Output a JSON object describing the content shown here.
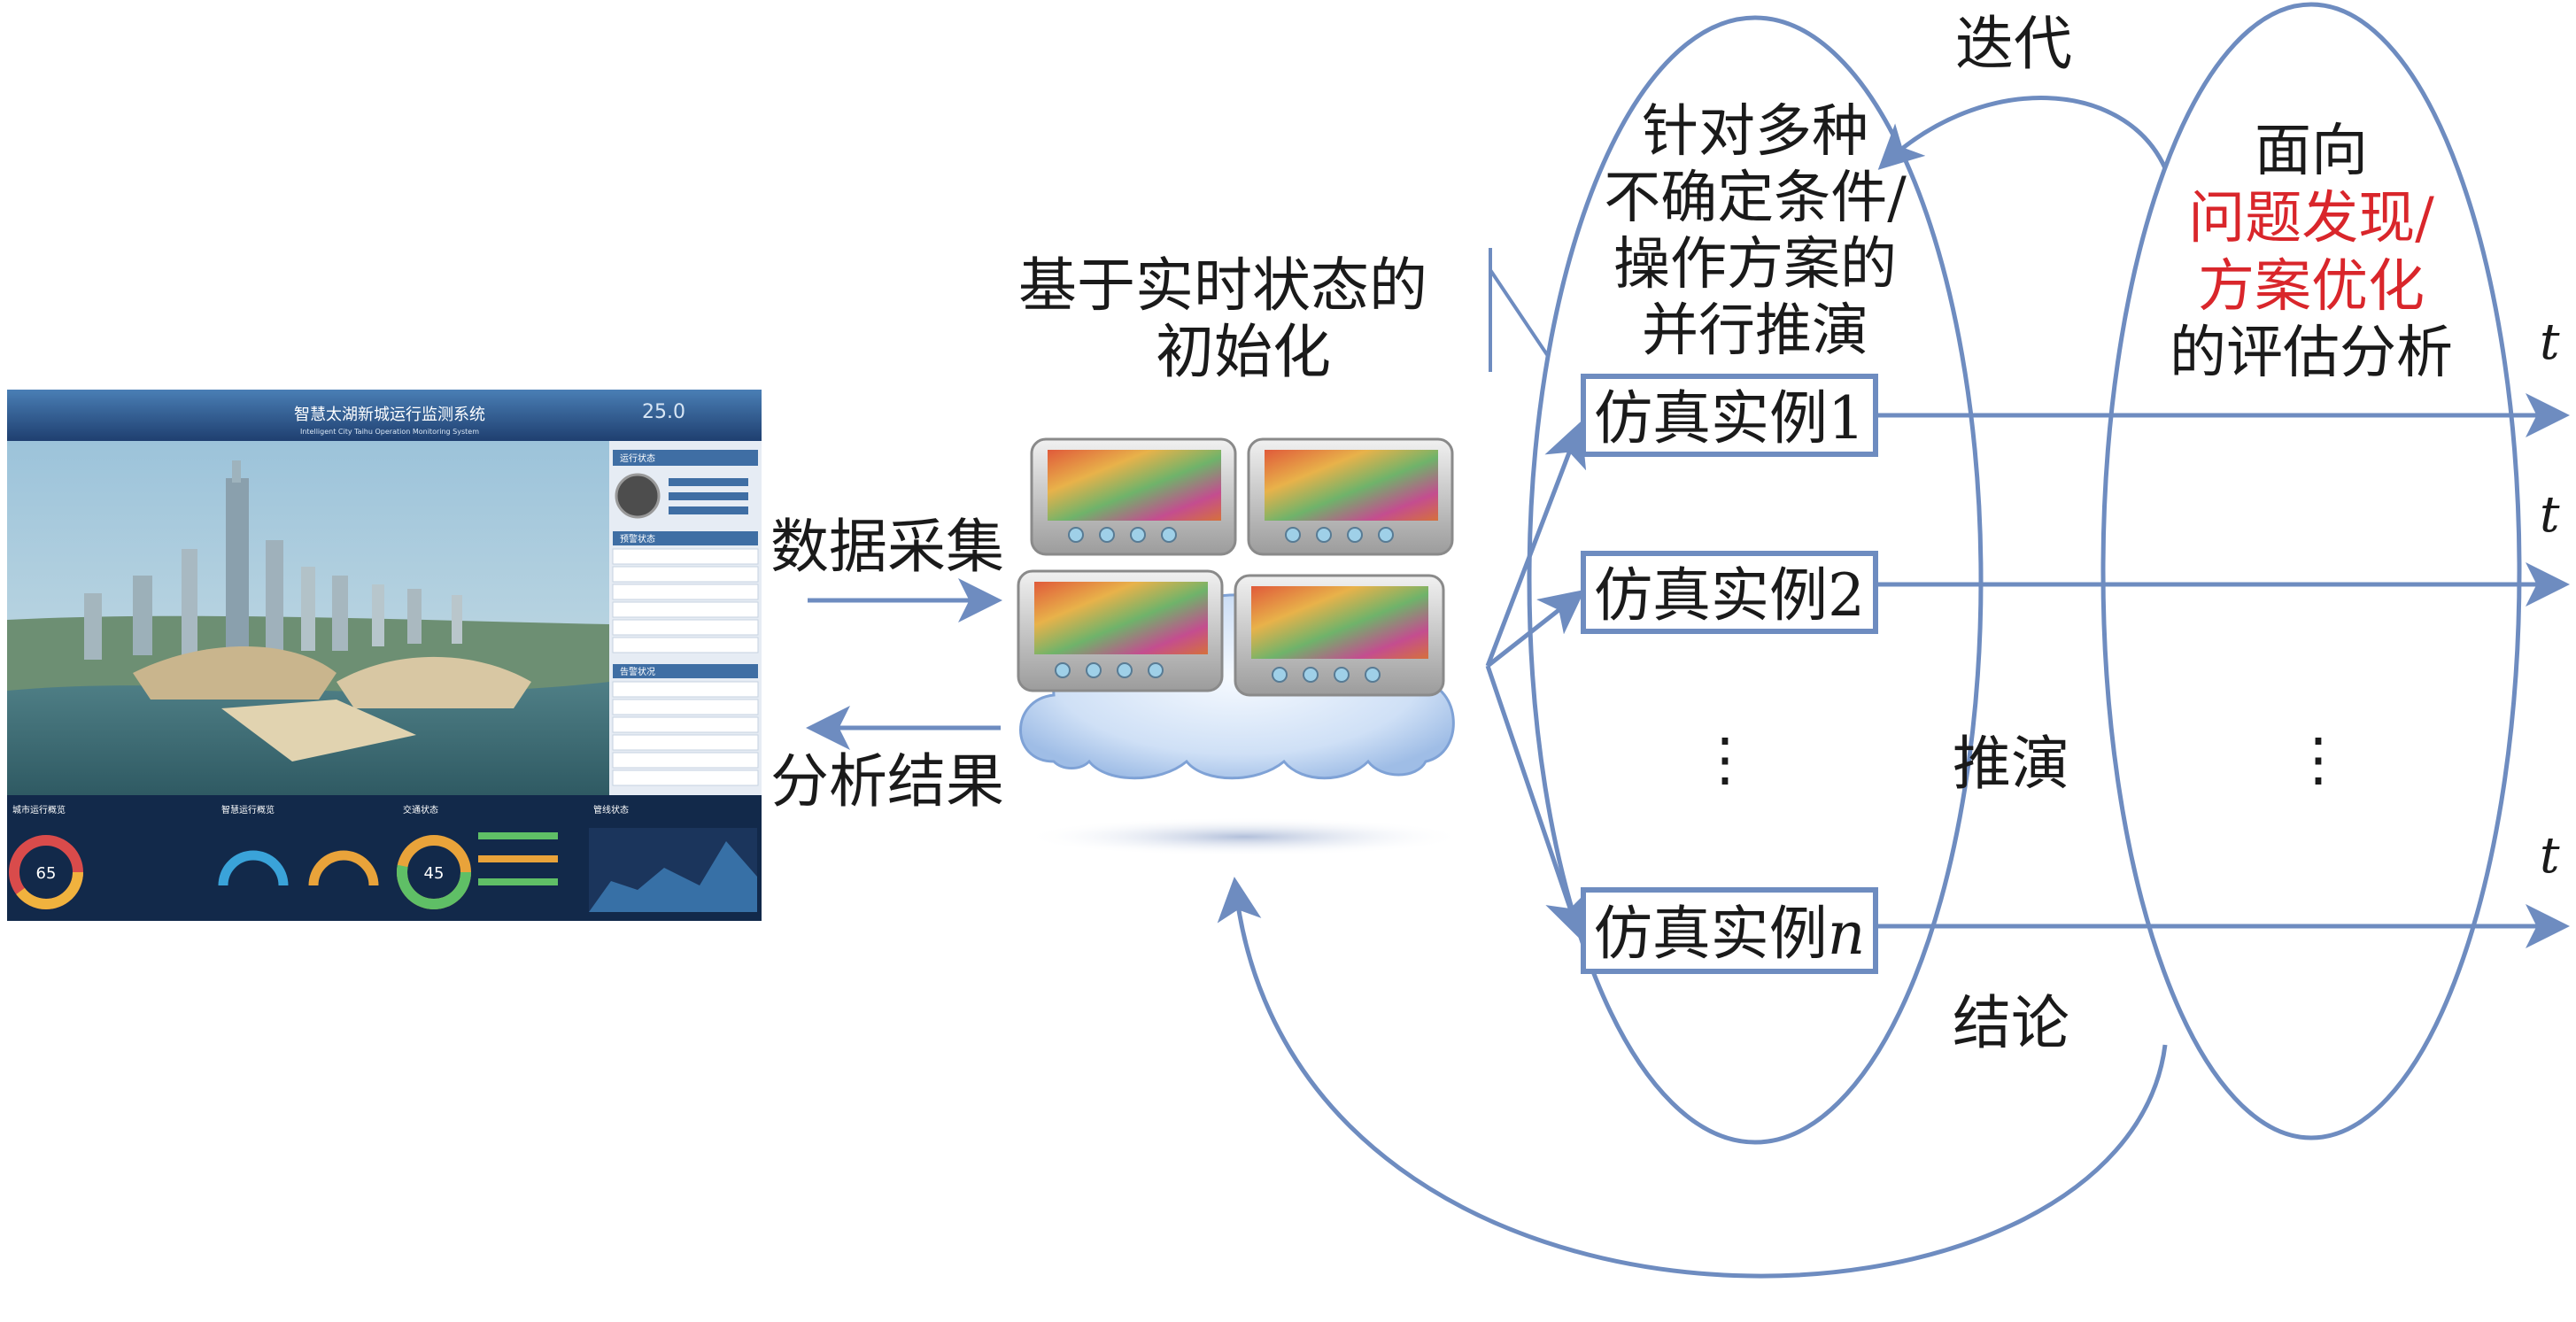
{
  "diagram": {
    "labels": {
      "data_collection": "数据采集",
      "analysis_results": "分析结果",
      "init_line1": "基于实时状态的",
      "init_line2": "初始化",
      "iteration": "迭代",
      "deduction": "推演",
      "conclusion": "结论",
      "ellipsis_left": "⋮",
      "ellipsis_right": "⋮",
      "time_axis": "t"
    },
    "left_ellipse_text": [
      "针对多种",
      "不确定条件/",
      "操作方案的",
      "并行推演"
    ],
    "right_ellipse_text": {
      "line1": "面向",
      "line2_red": "问题发现/",
      "line3_red": "方案优化",
      "line4": "的评估分析"
    },
    "instances": {
      "inst1_prefix": "仿真实例",
      "inst1_suffix": "1",
      "inst2_prefix": "仿真实例",
      "inst2_suffix": "2",
      "instn_prefix": "仿真实例",
      "instn_suffix": "n"
    },
    "screenshot": {
      "title": "智慧太湖新城运行监测系统",
      "subtitle": "Intelligent City Taihu Operation Monitoring System",
      "clock": "25.0",
      "gauge_value": "65",
      "gauge_value_2": "45",
      "panel_headers": [
        "运行状态",
        "预警状态",
        "告警状况"
      ],
      "bottom_headers": [
        "城市运行概览",
        "智慧运行概览",
        "交通状态",
        "管线状态"
      ]
    },
    "colors": {
      "stroke": "#6e8cc0",
      "red_text": "#d9262b",
      "text": "#1a1a1a"
    }
  }
}
